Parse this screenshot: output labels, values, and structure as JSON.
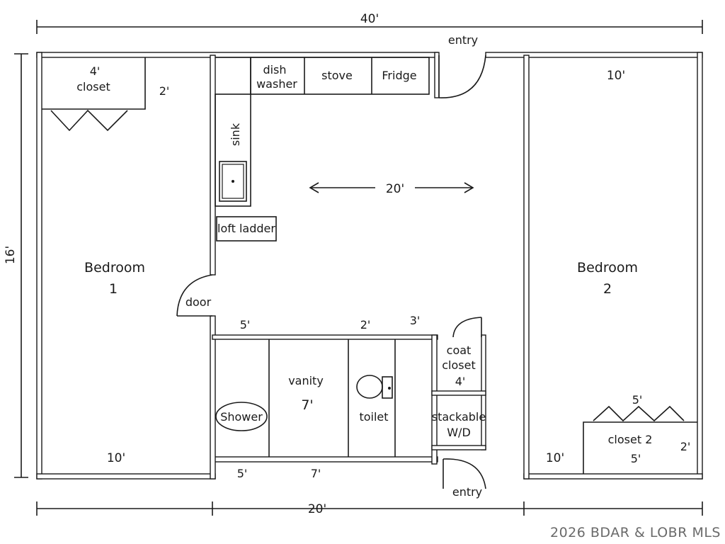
{
  "dimensions": {
    "top_overall": "40'",
    "left_overall": "16'",
    "bottom_overall": "20'",
    "kitchen_width": "20'",
    "bedroom1_bottom": "10'",
    "bedroom2_top": "10'",
    "bedroom2_bottom": "10'",
    "closet1_depth": "2'",
    "closet1_width": "4'",
    "closet2_depth": "2'",
    "closet2_width_top": "5'",
    "closet2_width_bottom": "5'",
    "bath_top_shower": "5'",
    "bath_top_toilet": "2'",
    "bath_top_third": "3'",
    "bath_bottom_shower": "5'",
    "bath_bottom_vanity": "7'",
    "vanity_width": "7'",
    "coat_closet_width": "4'"
  },
  "rooms": {
    "bedroom1_line1": "Bedroom",
    "bedroom1_line2": "1",
    "bedroom2_line1": "Bedroom",
    "bedroom2_line2": "2",
    "closet1": "closet",
    "closet2": "closet 2",
    "coat_closet_line1": "coat",
    "coat_closet_line2": "closet",
    "stackable_line1": "stackable",
    "stackable_line2": "W/D"
  },
  "fixtures": {
    "dishwasher_line1": "dish",
    "dishwasher_line2": "washer",
    "stove": "stove",
    "fridge": "Fridge",
    "sink": "sink",
    "loft_ladder": "loft ladder",
    "vanity": "vanity",
    "toilet": "toilet",
    "shower": "Shower"
  },
  "doors": {
    "entry_top": "entry",
    "entry_bottom": "entry",
    "bedroom1_door": "door"
  },
  "watermark": "2026 BDAR & LOBR MLS"
}
